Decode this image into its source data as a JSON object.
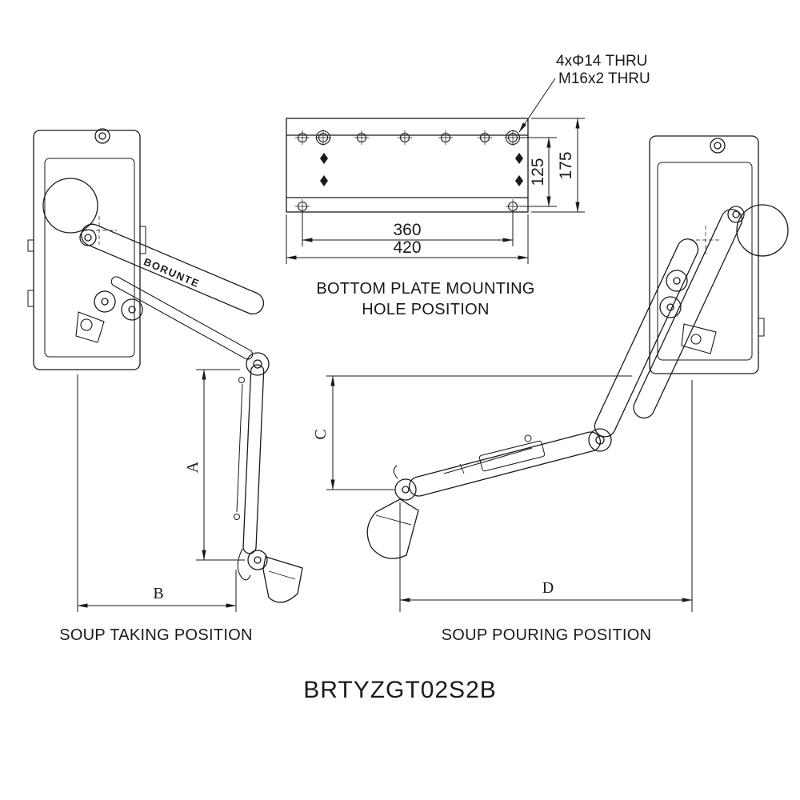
{
  "drawing": {
    "model": "BRTYZGT02S2B",
    "brand": "BORUNTE"
  },
  "plate_view": {
    "caption_line1": "BOTTOM PLATE MOUNTING",
    "caption_line2": "HOLE POSITION",
    "hole_note_line1": "4xΦ14 THRU",
    "hole_note_line2": "M16x2 THRU",
    "dim_inner_width": "360",
    "dim_outer_width": "420",
    "dim_inner_height": "125",
    "dim_outer_height": "175"
  },
  "taking_view": {
    "caption": "SOUP TAKING POSITION",
    "dim_vertical": "A",
    "dim_horizontal": "B"
  },
  "pouring_view": {
    "caption": "SOUP POURING POSITION",
    "dim_vertical": "C",
    "dim_horizontal": "D"
  },
  "colors": {
    "line": "#1a1a1a",
    "background": "#ffffff"
  }
}
